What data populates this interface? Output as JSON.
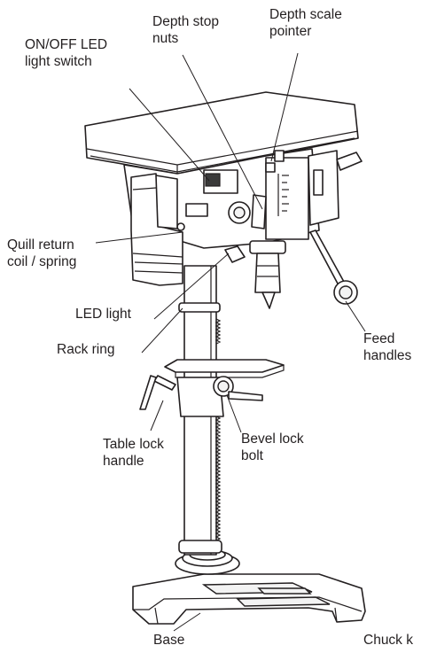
{
  "labels": {
    "depth_stop_nuts": "Depth stop\nnuts",
    "depth_scale_pointer": "Depth scale\npointer",
    "onoff_led_switch": "ON/OFF LED\nlight switch",
    "quill_return_spring": "Quill return\ncoil / spring",
    "led_light": "LED light",
    "rack_ring": "Rack ring",
    "feed_handles": "Feed\nhandles",
    "table_lock_handle": "Table lock\nhandle",
    "bevel_lock_bolt": "Bevel lock\nbolt",
    "base": "Base",
    "chuck_key": "Chuck k"
  },
  "colors": {
    "outline": "#231f20",
    "background": "#ffffff",
    "dark_fill": "#3a3a3a"
  }
}
